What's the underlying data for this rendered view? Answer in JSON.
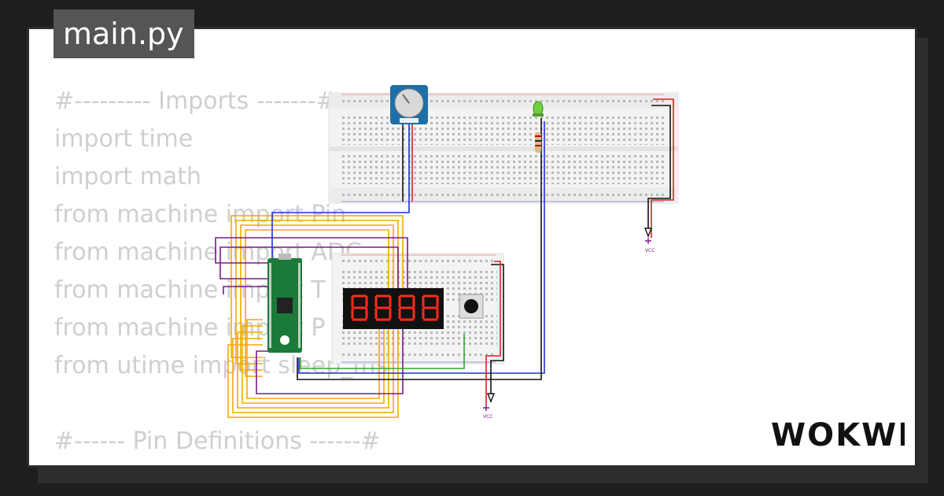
{
  "file_title": "main.py",
  "code_lines": [
    "#--------- Imports -------#",
    "import time",
    "import math",
    "from machine import Pin",
    "from machine import ADC",
    "from machine import T",
    "from machine import P",
    "from utime import sleep_ms",
    "",
    "#------ Pin Definitions ------#"
  ],
  "brand": "WOKWI",
  "vcc_label": "VCC",
  "colors": {
    "wire_red": "#e0201e",
    "wire_black": "#111111",
    "wire_blue": "#1f2fd6",
    "wire_green": "#2fa82f",
    "wire_orange": "#f2a900",
    "wire_purple": "#7a1a8a",
    "pico_green": "#1b7a3a",
    "led_green": "#6fcf3e",
    "segment_red": "#ff2a1a"
  }
}
